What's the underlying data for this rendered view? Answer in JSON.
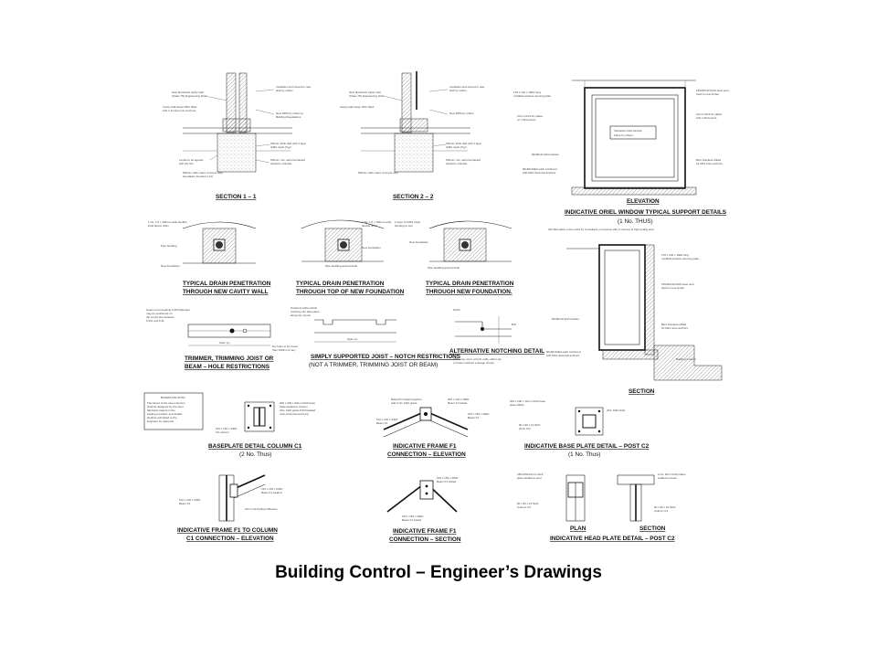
{
  "caption": "Building Control – Engineer’s Drawings",
  "titles": {
    "section1": "SECTION 1 – 1",
    "section2": "SECTION 2 – 2",
    "elevation": "ELEVATION",
    "oriel1": "INDICATIVE ORIEL WINDOW TYPICAL SUPPORT DETAILS",
    "oriel2": "(1 No. THUS)",
    "drain1a": "TYPICAL DRAIN PENETRATION",
    "drain1b": "THROUGH NEW CAVITY WALL",
    "drain2a": "TYPICAL DRAIN PENETRATION",
    "drain2b": "THROUGH TOP OF NEW FOUNDATION",
    "drain3a": "TYPICAL DRAIN PENETRATION",
    "drain3b": "THROUGH NEW FOUNDATION.",
    "trim1": "TRIMMER, TRIMMING JOIST OR",
    "trim2": "BEAM – HOLE RESTRICTIONS",
    "joist1": "SIMPLY SUPPORTED JOIST – NOTCH RESTRICTIONS",
    "joist2": "(NOT A TRIMMER, TRIMMING JOIST OR BEAM)",
    "notch": "ALTERNATIVE NOTCHING DETAIL",
    "section": "SECTION",
    "base1": "BASEPLATE DETAIL COLUMN C1",
    "base1b": "(2 No. Thus)",
    "frameElev1": "INDICATIVE FRAME F1",
    "frameElev2": "CONNECTION – ELEVATION",
    "basePost1": "INDICATIVE BASE PLATE DETAIL – POST C2",
    "basePost2": "(1 No. Thus)",
    "frameCol1": "INDICATIVE FRAME F1 TO COLUMN",
    "frameCol2": "C1 CONNECTION – ELEVATION",
    "frameSec1": "INDICATIVE FRAME F1",
    "frameSec2": "CONNECTION – SECTION",
    "plan": "PLAN",
    "section3": "SECTION",
    "head": "INDICATIVE HEAD PLATE DETAIL – POST C2"
  }
}
